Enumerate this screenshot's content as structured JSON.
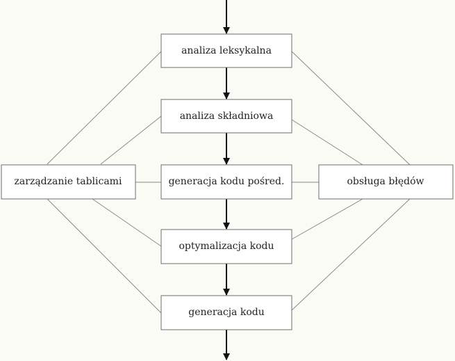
{
  "nodes": {
    "lexical_analysis": "analiza leksykalna",
    "syntax_analysis": "analiza składniowa",
    "intermediate_codegen": "generacja kodu pośred.",
    "code_optimization": "optymalizacja kodu",
    "code_generation": "generacja kodu",
    "table_management": "zarządzanie tablicami",
    "error_handling": "obsługa błędów"
  },
  "colors": {
    "background": "#fbfbf5",
    "box_fill": "#ffffff",
    "box_border": "#6e6e6e",
    "flow_arrow": "#111111",
    "connector": "#8a8a8a"
  }
}
